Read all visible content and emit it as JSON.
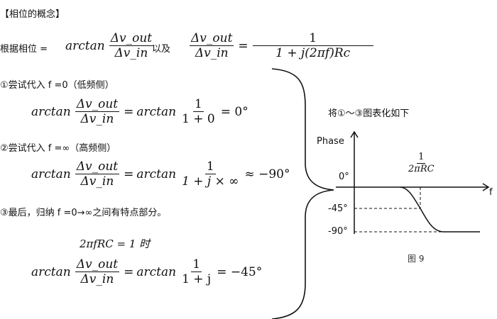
{
  "title": "【相位的概念】",
  "intro": {
    "label": "根据相位 =",
    "f1": "arctan",
    "num": "Δv_out",
    "den": "Δv_in",
    "and": "以及",
    "rhs_num": "1",
    "rhs_den": "1 + j(2πf)Rc",
    "eq": "="
  },
  "step1": {
    "text": "①尝试代入 f =0（低频侧）",
    "lhs": "arctan",
    "num": "Δv_out",
    "den": "Δv_in",
    "eq": "=",
    "f2": "arctan",
    "rnum": "1",
    "rden": "1 + 0",
    "result": "= 0°"
  },
  "step2": {
    "text": "②尝试代入 f =∞（高频侧）",
    "lhs": "arctan",
    "num": "Δv_out",
    "den": "Δv_in",
    "eq": "=",
    "f2": "arctan",
    "rnum": "1",
    "rden": "1 + j × ∞",
    "result": "≈ −90°"
  },
  "step3": {
    "text": "③最后，归纳 f =0→∞之间有特点部分。",
    "cond": "2πfRC = 1 时",
    "lhs": "arctan",
    "num": "Δv_out",
    "den": "Δv_in",
    "eq": "=",
    "f2": "arctan",
    "rnum": "1",
    "rden": "1 + j",
    "result": "= −45°"
  },
  "figure": {
    "caption_text": "将①〜③图表化如下",
    "y_label": "Phase",
    "x_label": "f",
    "ticks": [
      "0°",
      "-45°",
      "-90°"
    ],
    "marker_num": "1",
    "marker_den": "2πRC",
    "figure_label": "图 9"
  }
}
